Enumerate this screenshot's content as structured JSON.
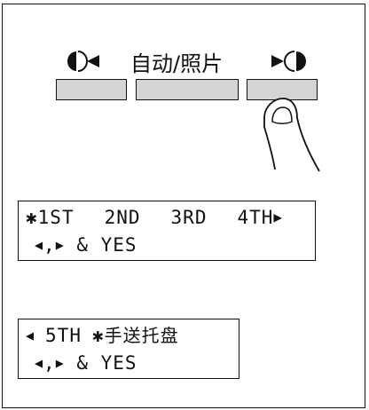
{
  "panel": {
    "left_key_symbol": "◐◀",
    "center_key_label": "自动/照片",
    "right_key_symbol": "▶◑"
  },
  "screen1": {
    "line1": {
      "marker": "✱",
      "options": [
        "1ST",
        "2ND",
        "3RD",
        "4TH"
      ],
      "arrow": "▶"
    },
    "line2": {
      "left_arrow": "◀",
      "comma": ",",
      "right_arrow": "▶",
      "hint": " & YES"
    }
  },
  "screen2": {
    "line1": {
      "left_arrow": "◀",
      "option": "5TH",
      "marker": "✱",
      "tray_label": "手送托盘"
    },
    "line2": {
      "left_arrow": "◀",
      "comma": ",",
      "right_arrow": "▶",
      "hint": " & YES"
    }
  },
  "icons": {
    "left_key_icon": "half-moon-left-arrow",
    "right_key_icon": "right-arrow-half-moon",
    "hand": "pointing-finger-icon"
  }
}
